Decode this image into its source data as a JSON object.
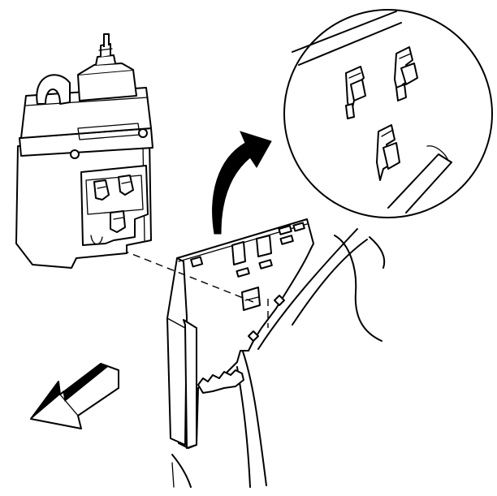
{
  "figure": {
    "kind": "service-illustration",
    "parts": [
      "evap-canister",
      "canister-mounting-bracket",
      "detail-view-bracket-tabs",
      "direction-arrow-front",
      "rotation-arrow"
    ],
    "icons": {
      "direction": "front-direction-arrow-icon",
      "rotation": "curved-arrow-icon",
      "magnifier": "detail-circle-icon"
    },
    "colors": {
      "line": "#000000",
      "fill": "#ffffff"
    }
  }
}
